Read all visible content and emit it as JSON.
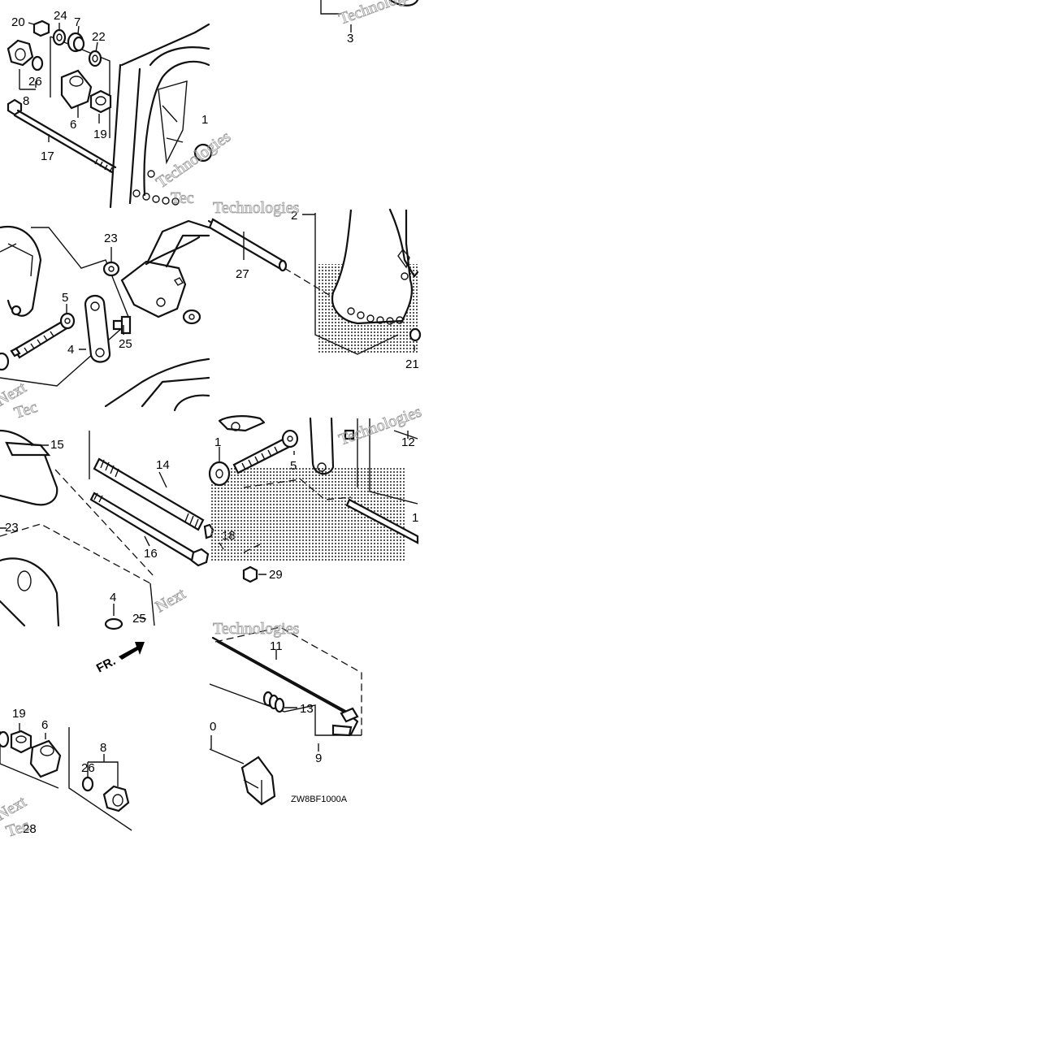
{
  "labels": {
    "t1": [
      "20",
      "24",
      "7",
      "22",
      "26",
      "8",
      "6",
      "19",
      "17",
      "1"
    ],
    "t2": [
      "3"
    ],
    "m1": [
      "23",
      "5",
      "4",
      "25"
    ],
    "m2": [
      "2",
      "27",
      "21"
    ],
    "b1": [
      "15",
      "14",
      "23",
      "16",
      "18",
      "4",
      "25"
    ],
    "b2": [
      "1",
      "5",
      "12",
      "1",
      "29"
    ],
    "c1": [
      "19",
      "6",
      "8",
      "26",
      "28"
    ],
    "c2": [
      "11",
      "13",
      "9",
      "0"
    ]
  },
  "front_marker": "FR.",
  "diagram_code": "ZW8BF1000A",
  "watermarks": [
    "Technologies",
    "Next",
    "Tec",
    "Technologies",
    "Tec",
    "Next",
    "Technologies"
  ]
}
